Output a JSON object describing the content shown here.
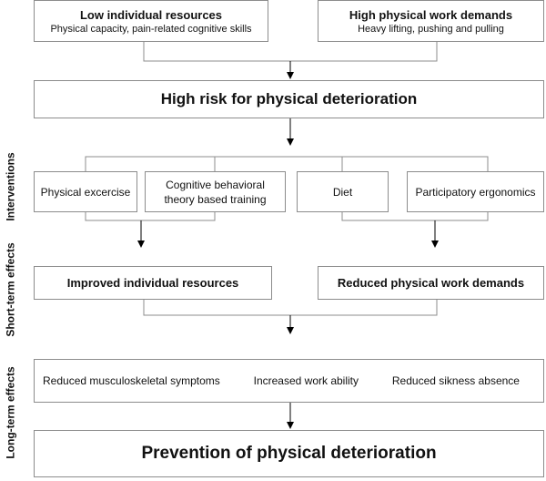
{
  "side_labels": {
    "interventions": "Interventions",
    "short_term": "Short-term effects",
    "long_term": "Long-term effects"
  },
  "risk_factors": {
    "low_resources": {
      "title": "Low individual resources",
      "subtitle": "Physical capacity, pain-related cognitive skills"
    },
    "high_demands": {
      "title": "High physical work demands",
      "subtitle": "Heavy lifting, pushing and pulling"
    }
  },
  "risk": "High risk for physical deterioration",
  "interventions": [
    "Physical excercise",
    "Cognitive behavioral theory based training",
    "Diet",
    "Participatory ergonomics"
  ],
  "short_term_effects": [
    "Improved individual resources",
    "Reduced physical work demands"
  ],
  "long_term_effects": [
    "Reduced musculoskeletal symptoms",
    "Increased work ability",
    "Reduced sikness absence"
  ],
  "outcome": "Prevention of physical deterioration",
  "colors": {
    "border": "#8c8c8c",
    "line": "#8c8c8c",
    "arrow": "#000000"
  }
}
